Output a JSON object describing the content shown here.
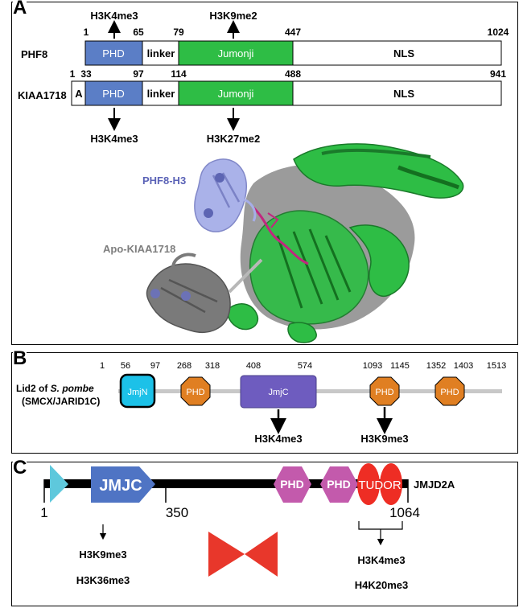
{
  "panel_a": {
    "letter": "A",
    "phf8": {
      "label": "PHF8",
      "numbers": [
        "1",
        "65",
        "79",
        "447",
        "1024"
      ],
      "domains": [
        "PHD",
        "linker",
        "Jumonji",
        "NLS"
      ],
      "marks": [
        "H3K4me3",
        "H3K9me2"
      ]
    },
    "kiaa": {
      "label": "KIAA1718",
      "numbers": [
        "1",
        "33",
        "97",
        "114",
        "488",
        "941"
      ],
      "domains": [
        "A",
        "PHD",
        "linker",
        "Jumonji",
        "NLS"
      ],
      "marks": [
        "H3K4me3",
        "H3K27me2"
      ]
    },
    "structure": {
      "phf8_h3_label": "PHF8-H3",
      "apo_label": "Apo-KIAA1718"
    }
  },
  "panel_b": {
    "letter": "B",
    "protein_label_1": "Lid2 of S. pombe",
    "protein_label_2": "(SMCX/JARID1C)",
    "numbers": [
      "1",
      "56",
      "97",
      "268",
      "318",
      "408",
      "574",
      "1093",
      "1145",
      "1352",
      "1403",
      "1513"
    ],
    "domains": [
      "JmjN",
      "PHD",
      "JmjC",
      "PHD",
      "PHD"
    ],
    "marks": [
      "H3K4me3",
      "H3K9me3"
    ]
  },
  "panel_c": {
    "letter": "C",
    "protein_label": "JMJD2A",
    "numbers": [
      "1",
      "350",
      "1064"
    ],
    "domains": [
      "JMJC",
      "PHD",
      "PHD",
      "TUDOR"
    ],
    "marks_left": [
      "H3K9me3",
      "H3K36me3"
    ],
    "marks_right": [
      "H3K4me3",
      "H4K20me3"
    ]
  },
  "colors": {
    "phd_blue": "#5b7ec6",
    "jumonji_green": "#2ebd45",
    "jmjn_cyan": "#1cc1e8",
    "jmjc_purple": "#6e5cbf",
    "phd_orange": "#e07f22",
    "jmjc_blue": "#4f74c4",
    "phd_magenta": "#c35aac",
    "tudor_red": "#ee2d24",
    "triangle_cyan": "#5ec8dc",
    "bowtie_red": "#e8372b"
  }
}
